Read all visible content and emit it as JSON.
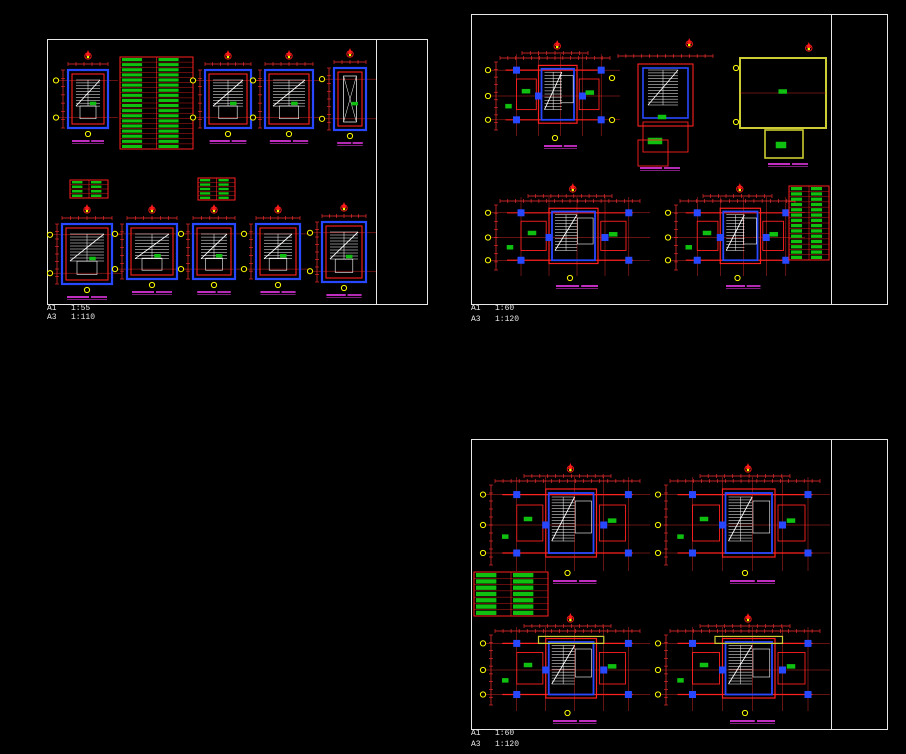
{
  "colors": {
    "background": "#000000",
    "frame": "#e8e8e8",
    "wall": "#ff2020",
    "dim": "#ff3030",
    "column": "#2848ff",
    "stair": "#ffffff",
    "grid_tag": "#ffff00",
    "north": "#ff1a1a",
    "fill_green": "#10c010",
    "label": "#ff3cff",
    "hatch": "#cccc33"
  },
  "sheets": [
    {
      "id": "sheet-1",
      "scale_a1": "A1   1:55",
      "scale_a3": "A3   1:110",
      "icons": [
        "north-arrow-icon",
        "grid-bubble-icon"
      ]
    },
    {
      "id": "sheet-2",
      "scale_a1": "A1   1:60",
      "scale_a3": "A3   1:120",
      "icons": [
        "north-arrow-icon",
        "grid-bubble-icon"
      ]
    },
    {
      "id": "sheet-3",
      "scale_a1": "A1   1:60",
      "scale_a3": "A3   1:120",
      "icons": [
        "north-arrow-icon",
        "grid-bubble-icon"
      ]
    }
  ]
}
